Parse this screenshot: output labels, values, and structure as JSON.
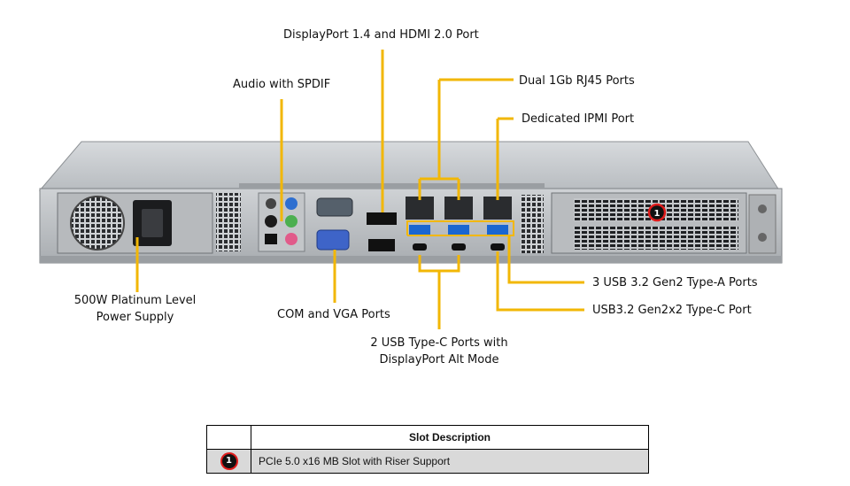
{
  "callouts": {
    "dp_hdmi": "DisplayPort 1.4 and HDMI 2.0 Port",
    "audio": "Audio with SPDIF",
    "dual_rj45": "Dual 1Gb RJ45 Ports",
    "ipmi": "Dedicated IPMI Port",
    "psu_line1": "500W Platinum Level",
    "psu_line2": "Power Supply",
    "com_vga": "COM and VGA Ports",
    "usb_typec_line1": "2 USB Type-C Ports with",
    "usb_typec_line2": "DisplayPort Alt Mode",
    "usb_typea": "3 USB 3.2 Gen2 Type-A Ports",
    "usb_gen2x2": "USB3.2 Gen2x2 Type-C Port"
  },
  "slot_marker": "1",
  "slot_table": {
    "header": "Slot Description",
    "rows": [
      {
        "num": "1",
        "description": "PCIe 5.0 x16 MB Slot with Riser Support"
      }
    ]
  },
  "colors": {
    "callout_line": "#f2b705",
    "badge_ring": "#e01c1c",
    "chassis": "#c9cccf"
  }
}
